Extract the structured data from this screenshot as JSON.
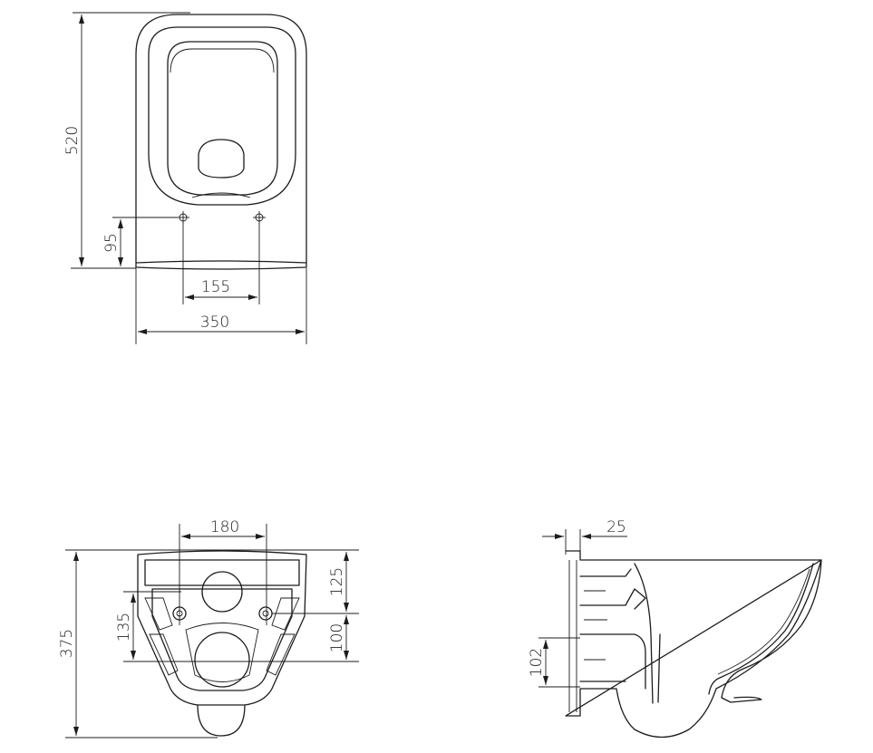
{
  "views": {
    "top": {
      "dim_length": "520",
      "dim_fix_offset": "95",
      "dim_fix_spacing": "155",
      "dim_width": "350"
    },
    "rear": {
      "dim_fix_spacing": "180",
      "dim_height": "375",
      "dim_upper": "125",
      "dim_lower": "100",
      "dim_hole_offset": "135"
    },
    "side": {
      "dim_wall_offset": "25",
      "dim_height": "102"
    }
  },
  "colors": {
    "line": "#1c1c1c",
    "background": "#ffffff"
  }
}
